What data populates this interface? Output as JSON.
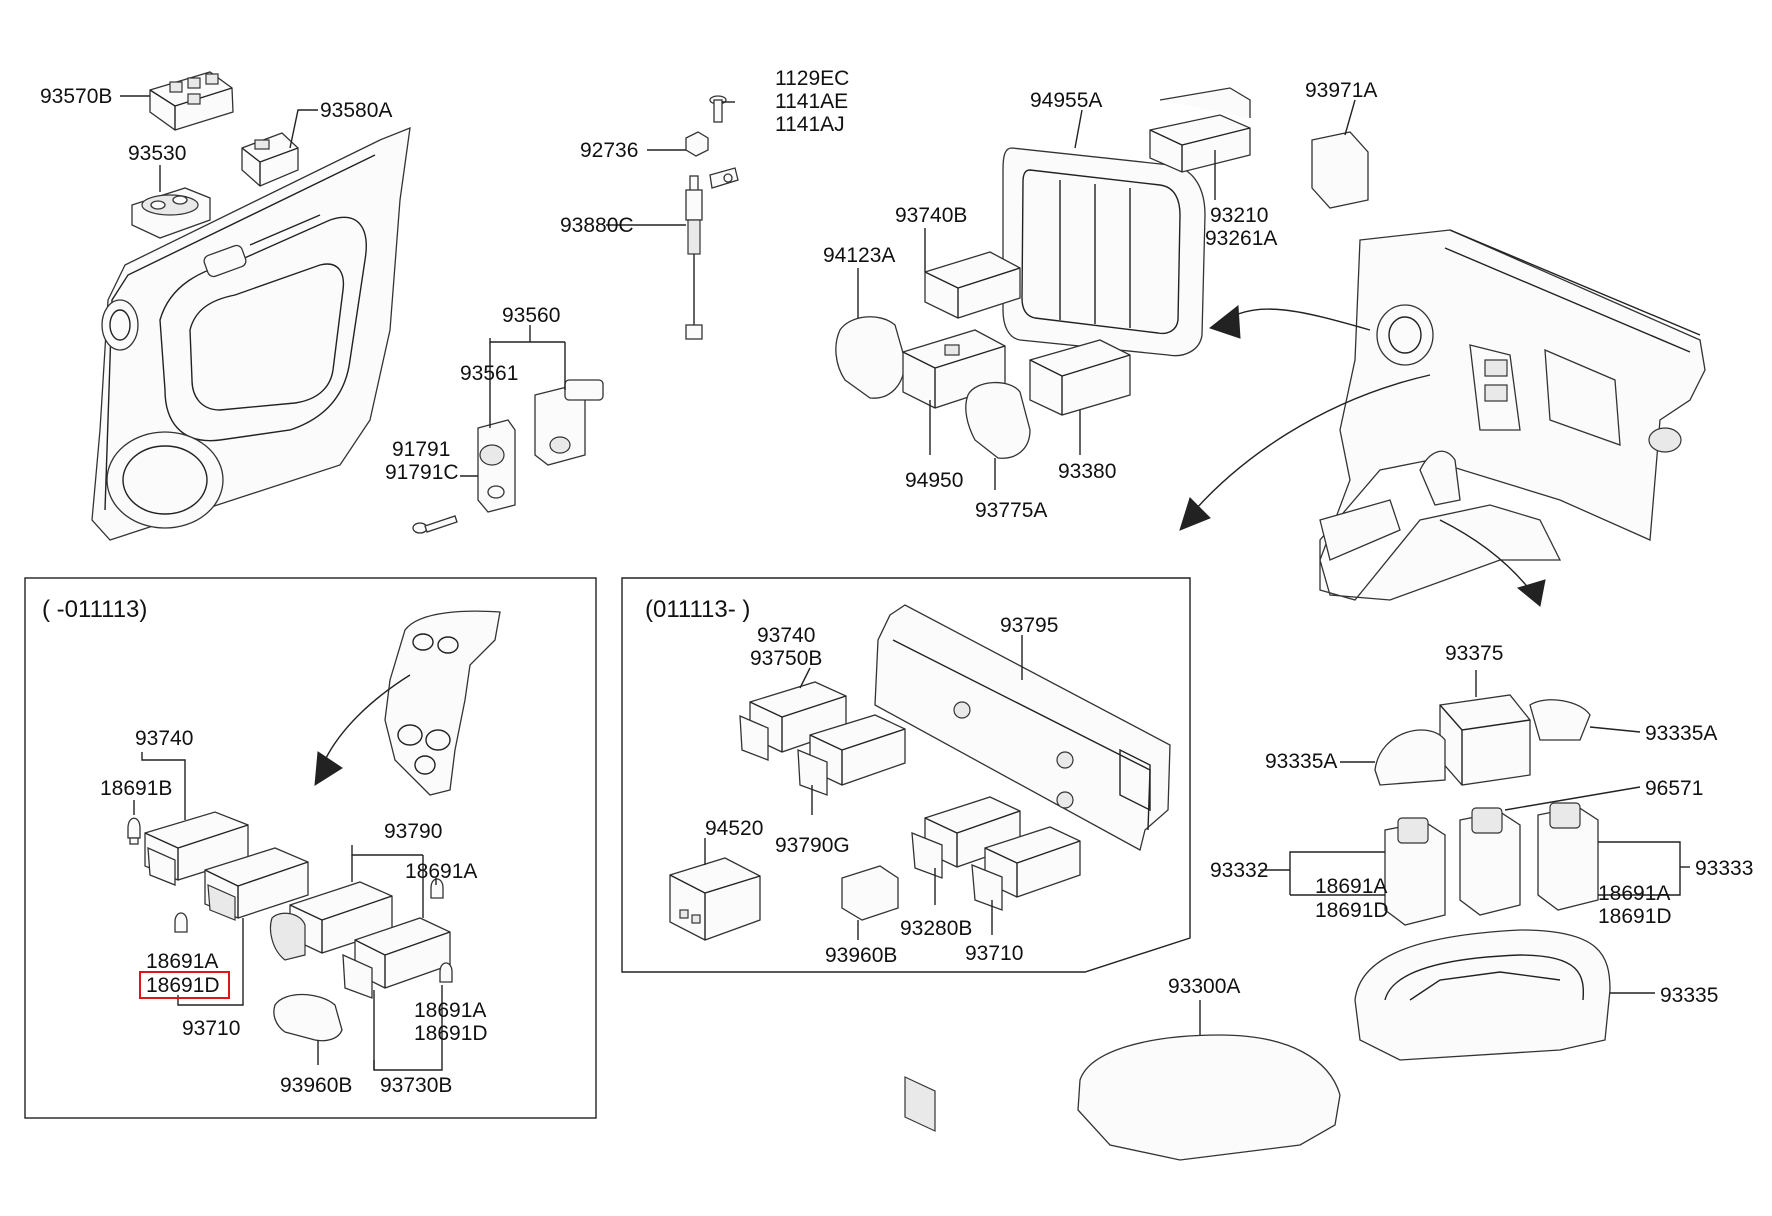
{
  "diagram": {
    "boxes": [
      {
        "id": "early",
        "label": "( -011113)"
      },
      {
        "id": "late",
        "label": "(011113- )"
      }
    ],
    "labels": {
      "p93570B": "93570B",
      "p93580A": "93580A",
      "p93530": "93530",
      "p1129EC": "1129EC",
      "p1141AE": "1141AE",
      "p1141AJ": "1141AJ",
      "p92736": "92736",
      "p93880C": "93880C",
      "p93560": "93560",
      "p93561": "93561",
      "p91791": "91791",
      "p91791C": "91791C",
      "p94955A": "94955A",
      "p93971A": "93971A",
      "p93210": "93210",
      "p93261A": "93261A",
      "p93740B": "93740B",
      "p94123A": "94123A",
      "p94950": "94950",
      "p93775A": "93775A",
      "p93380": "93380",
      "e93740": "93740",
      "e18691B": "18691B",
      "e18691A_1": "18691A",
      "e18691D_1": "18691D",
      "e93710": "93710",
      "e93790": "93790",
      "e18691A_2": "18691A",
      "e18691A_3": "18691A",
      "e18691D_3": "18691D",
      "e93960B": "93960B",
      "e93730B": "93730B",
      "l93740": "93740",
      "l93750B": "93750B",
      "l93795": "93795",
      "l93790G": "93790G",
      "l94520": "94520",
      "l93280B": "93280B",
      "l93960B": "93960B",
      "l93710": "93710",
      "r93375": "93375",
      "r93335A_l": "93335A",
      "r93335A_r": "93335A",
      "r96571": "96571",
      "r93332": "93332",
      "r18691A_l": "18691A",
      "r18691D_l": "18691D",
      "r18691A_r": "18691A",
      "r18691D_r": "18691D",
      "r93333": "93333",
      "r93300A": "93300A",
      "r93335": "93335"
    },
    "highlighted_part": "18691D",
    "highlight_color": "#e0141b"
  }
}
